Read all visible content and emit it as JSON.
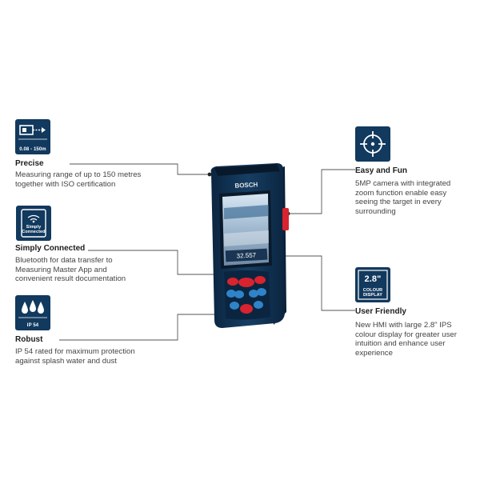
{
  "features": {
    "precise": {
      "icon": "range-icon",
      "icon_caption": "0.08 - 150m",
      "title": "Precise",
      "description": "Measuring range of up to 150 metres\ntogether with ISO certification"
    },
    "connected": {
      "icon": "bluetooth-connected-icon",
      "icon_caption": "Simply\nConnected",
      "title": "Simply Connected",
      "description": "Bluetooth for data transfer to\nMeasuring Master App and\nconvenient result documentation"
    },
    "robust": {
      "icon": "water-drops-icon",
      "icon_caption": "IP 54",
      "title": "Robust",
      "description": "IP 54 rated for maximum protection\nagainst splash water and dust"
    },
    "easy": {
      "icon": "crosshair-target-icon",
      "title": "Easy and Fun",
      "description": "5MP camera with integrated\nzoom function enable easy\nseeing the target in every\nsurrounding"
    },
    "friendly": {
      "icon": "screen-size-icon",
      "icon_caption_top": "2.8\"",
      "icon_caption_bottom": "COLOUR\nDISPLAY",
      "title": "User Friendly",
      "description": "New HMI with large 2.8\" IPS\ncolour display for greater user\nintuition and enhance user\nexperience"
    }
  },
  "device": {
    "brand": "BOSCH",
    "screen_reading": "32.557"
  },
  "colors": {
    "icon_bg": "#12395e",
    "device_body": "#0f2f4d",
    "accent_red": "#d9232e",
    "accent_blue": "#2f84c9"
  }
}
